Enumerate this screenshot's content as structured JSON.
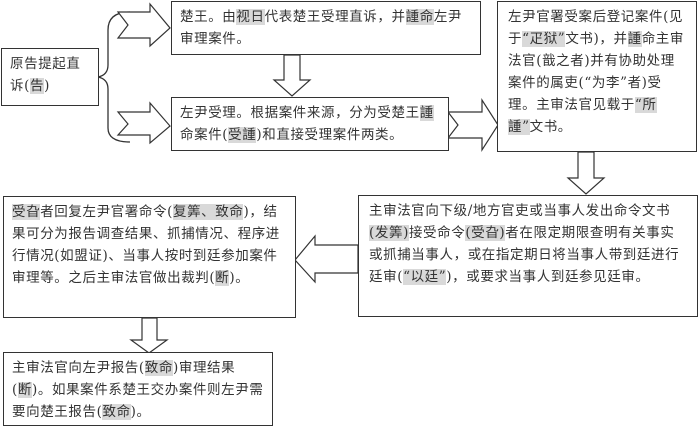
{
  "nodes": {
    "plaintiff": {
      "segments": [
        {
          "t": "原告提起直诉"
        },
        {
          "t": "("
        },
        {
          "t": "告",
          "hl": true
        },
        {
          "t": ")"
        }
      ]
    },
    "king": {
      "segments": [
        {
          "t": "楚王。由"
        },
        {
          "t": "视日",
          "hl": true
        },
        {
          "t": "代表楚王受理直诉，并"
        },
        {
          "t": "諥命",
          "hl": true
        },
        {
          "t": "左尹审理案件。"
        }
      ]
    },
    "zuoyin": {
      "segments": [
        {
          "t": "左尹受理。根据案件来源，分为受楚王"
        },
        {
          "t": "諥",
          "hl": true
        },
        {
          "t": "命案件("
        },
        {
          "t": "受諥",
          "hl": true
        },
        {
          "t": ")和直接受理案件两类。"
        }
      ]
    },
    "register": {
      "segments": [
        {
          "t": "左尹官署受案后登记案件(见于"
        },
        {
          "t": "“疋狱”",
          "hl": true
        },
        {
          "t": "文书)，并"
        },
        {
          "t": "諥",
          "hl": true
        },
        {
          "t": "命主审法官(戠之者)并有协助处理案件的属吏(“为李”者)受理。主审法官见载于"
        },
        {
          "t": "“所諥”",
          "hl": true
        },
        {
          "t": "文书。"
        }
      ]
    },
    "command": {
      "segments": [
        {
          "t": "主审法官向下级/地方官吏或当事人发出命令文书"
        },
        {
          "t": "(发筭)",
          "hl": true
        },
        {
          "t": "接受命令"
        },
        {
          "t": "(受旮)",
          "hl": true
        },
        {
          "t": "者在限定期限查明有关事实或抓捕当事人，或在指定期日将当事人带到廷进行廷审("
        },
        {
          "t": "“以廷”",
          "hl": true
        },
        {
          "t": ")，或要求当事人到廷参见廷审。"
        }
      ]
    },
    "reply": {
      "segments": [
        {
          "t": "受旮",
          "hl": true
        },
        {
          "t": "者回复左尹官署命令("
        },
        {
          "t": "复筭、致命",
          "hl": true
        },
        {
          "t": ")，结果可分为报告调查结果、抓捕情况、程序进行情况(如盟证)、当事人按时到廷参加案件审理等。之后主审法官做出裁判("
        },
        {
          "t": "断",
          "hl": true
        },
        {
          "t": ")。"
        }
      ]
    },
    "report": {
      "segments": [
        {
          "t": "主审法官向左尹报告("
        },
        {
          "t": "致命",
          "hl": true
        },
        {
          "t": ")审理结果("
        },
        {
          "t": "断",
          "hl": true
        },
        {
          "t": ")。如果案件系楚王交办案件则左尹需要向楚王报告("
        },
        {
          "t": "致命",
          "hl": true
        },
        {
          "t": ")。"
        }
      ]
    }
  },
  "highlight_color": "#d9d9d9",
  "line_color": "#333333"
}
